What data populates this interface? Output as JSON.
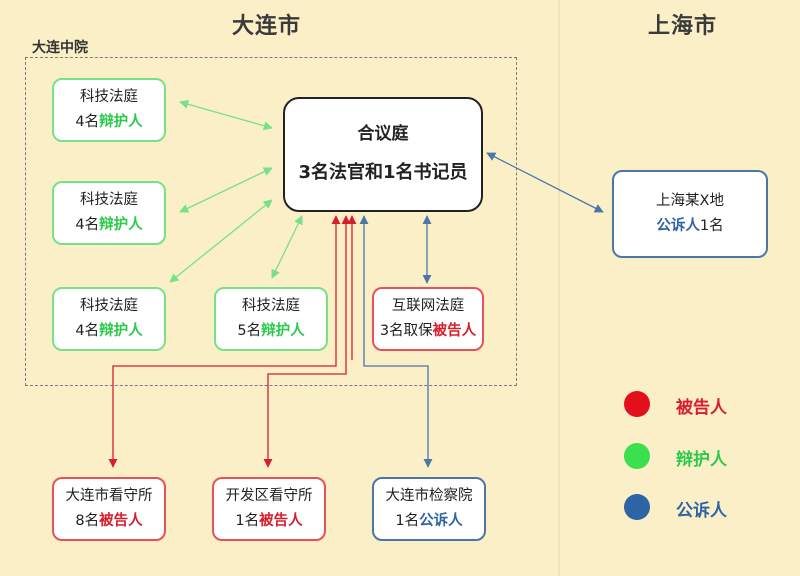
{
  "regions": {
    "dalian": "大连市",
    "shanghai": "上海市"
  },
  "frame_label": "大连中院",
  "court": {
    "title": "合议庭",
    "staff_pre": "3名",
    "staff_a": "法官",
    "staff_mid": "和1名",
    "staff_b": "书记员"
  },
  "tech_courts": [
    {
      "name": "科技法庭",
      "count": "4名",
      "role": "辩护人"
    },
    {
      "name": "科技法庭",
      "count": "4名",
      "role": "辩护人"
    },
    {
      "name": "科技法庭",
      "count": "4名",
      "role": "辩护人"
    },
    {
      "name": "科技法庭",
      "count": "5名",
      "role": "辩护人"
    }
  ],
  "internet_court": {
    "name": "互联网法庭",
    "count": "3名取保",
    "role": "被告人"
  },
  "shanghai_box": {
    "name": "上海某X地",
    "role": "公诉人",
    "count": "1名"
  },
  "bottom": [
    {
      "name": "大连市看守所",
      "count": "8名",
      "role": "被告人"
    },
    {
      "name": "开发区看守所",
      "count": "1名",
      "role": "被告人"
    },
    {
      "name": "大连市检察院",
      "count": "1名",
      "role": "公诉人"
    }
  ],
  "legend": [
    {
      "label": "被告人",
      "color": "#e3101c"
    },
    {
      "label": "辩护人",
      "color": "#3ae04e"
    },
    {
      "label": "公诉人",
      "color": "#2e63a5"
    }
  ],
  "colors": {
    "green": "#77e187",
    "red": "#d81e2c",
    "blue": "#2e63a5"
  }
}
